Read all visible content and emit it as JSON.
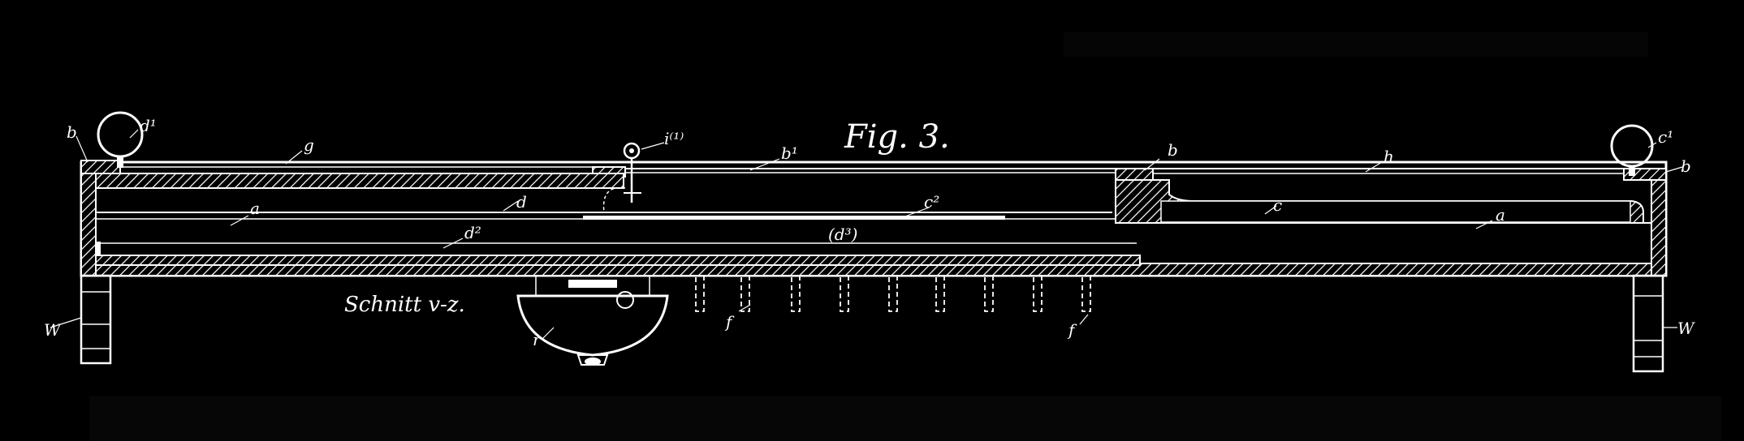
{
  "figure": {
    "title": "Fig. 3.",
    "section_caption": "Schnitt v-z.",
    "labels": {
      "d1": "d¹",
      "c1": "c¹",
      "b_left": "b",
      "b_mid": "b",
      "b_right": "b",
      "g": "g",
      "i1": "i⁽¹⁾",
      "b1": "b¹",
      "h": "h",
      "a_left": "a",
      "d": "d",
      "c2": "c²",
      "c": "c",
      "a_right": "a",
      "d2": "d²",
      "d3": "(d³)",
      "f_left": "f",
      "f_right": "f",
      "w_left": "W",
      "w_right": "W",
      "r": "r"
    }
  },
  "colors": {
    "background": "#000000",
    "ink": "#ffffff"
  }
}
